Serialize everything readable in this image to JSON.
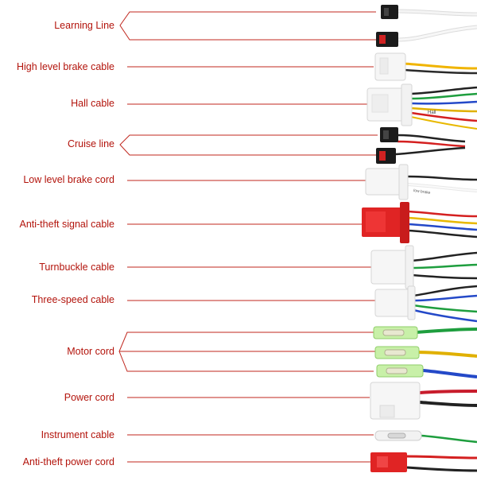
{
  "labels": {
    "learning_line": "Learning Line",
    "high_brake": "High level brake cable",
    "hall": "Hall cable",
    "cruise": "Cruise line",
    "low_brake": "Low level brake cord",
    "antitheft_signal": "Anti-theft signal cable",
    "turnbuckle": "Turnbuckle cable",
    "three_speed": "Three-speed cable",
    "motor": "Motor cord",
    "power": "Power cord",
    "instrument": "Instrument cable",
    "antitheft_power": "Anti-theft power cord"
  },
  "connector_prints": {
    "hall": "Hall",
    "low_brake": "low brake"
  },
  "colors": {
    "label": "#b3140c",
    "leader_line": "#c0271e"
  }
}
